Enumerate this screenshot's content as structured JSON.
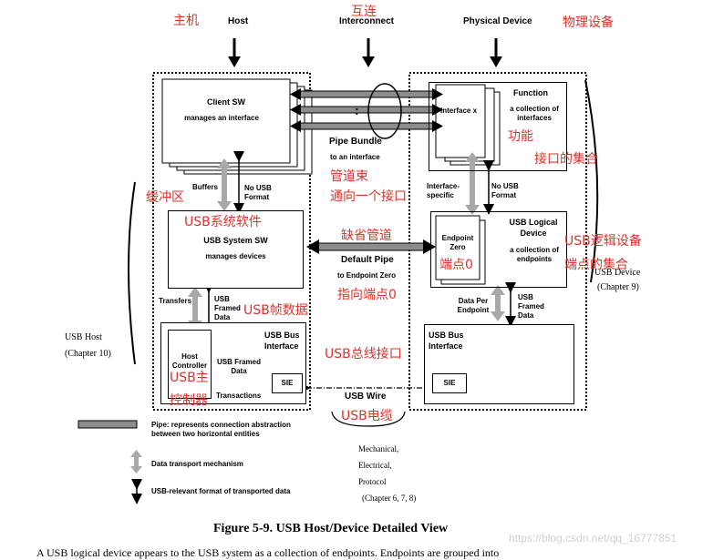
{
  "header": {
    "host": "Host",
    "interconnect": "Interconnect",
    "physical_device": "Physical Device"
  },
  "annotations_cn": {
    "host": "主机",
    "interconnect": "互连",
    "physical_device": "物理设备",
    "buffer": "缓冲区",
    "usb_system_sw": "USB系统软件",
    "pipe_bundle": "管道束",
    "pipe_bundle_sub": "通向一个接口",
    "default_pipe": "缺省管道",
    "endpoint_zero": "端点0",
    "to_endpoint_zero": "指向端点0",
    "usb_framed": "USB帧数据",
    "usb_bus_interface": "USB总线接口",
    "host_controller_1": "USB主",
    "host_controller_2": "控制器",
    "usb_wire": "USB电缆",
    "function": "功能",
    "interfaces_set": "接口的集合",
    "usb_logical_device": "USB逻辑设备",
    "endpoints_set": "端点的集合"
  },
  "host": {
    "client_sw_title": "Client SW",
    "client_sw_sub": "manages an interface",
    "buffers": "Buffers",
    "no_usb_format_1": "No USB",
    "no_usb_format_2": "Format",
    "system_sw_title": "USB System SW",
    "system_sw_sub": "manages devices",
    "transfers": "Transfers",
    "usb_framed_1": "USB",
    "usb_framed_2": "Framed",
    "usb_framed_3": "Data",
    "bus_interface_1": "USB Bus",
    "bus_interface_2": "Interface",
    "host_controller_1": "Host",
    "host_controller_2": "Controller",
    "usb_framed_data_1": "USB Framed",
    "usb_framed_data_2": "Data",
    "transactions": "Transactions",
    "sie": "SIE",
    "label_1": "USB Host",
    "label_2": "(Chapter 10)"
  },
  "interconnect": {
    "dots": ":",
    "pipe_bundle": "Pipe Bundle",
    "pipe_bundle_sub": "to an interface",
    "default_pipe": "Default Pipe",
    "default_pipe_sub": "to Endpoint Zero",
    "usb_wire": "USB Wire",
    "wire_desc_1": "Mechanical,",
    "wire_desc_2": "Electrical,",
    "wire_desc_3": "Protocol",
    "wire_desc_4": "(Chapter 6, 7, 8)"
  },
  "device": {
    "function_title": "Function",
    "function_sub_1": "a collection of",
    "function_sub_2": "interfaces",
    "interface_x": "Interface x",
    "interface_specific_1": "Interface-",
    "interface_specific_2": "specific",
    "no_usb_format_1": "No USB",
    "no_usb_format_2": "Format",
    "logical_device_1": "USB Logical",
    "logical_device_2": "Device",
    "logical_sub_1": "a collection of",
    "logical_sub_2": "endpoints",
    "endpoint_zero_1": "Endpoint",
    "endpoint_zero_2": "Zero",
    "data_per_endpoint_1": "Data Per",
    "data_per_endpoint_2": "Endpoint",
    "usb_framed_1": "USB",
    "usb_framed_2": "Framed",
    "usb_framed_3": "Data",
    "bus_interface_1": "USB Bus",
    "bus_interface_2": "Interface",
    "sie": "SIE",
    "label_1": "USB Device",
    "label_2": "(Chapter 9)"
  },
  "legend": {
    "pipe_1": "Pipe:  represents connection abstraction",
    "pipe_2": "between two horizontal entities",
    "transport": "Data transport mechanism",
    "format": "USB-relevant format of transported data"
  },
  "caption": "Figure 5-9.  USB Host/Device Detailed View",
  "watermark": "https://blog.csdn.net/qq_16777851",
  "bottom_text": "A USB logical device appears to the USB system as a collection of endpoints. Endpoints are grouped into",
  "colors": {
    "red": "#e0312a",
    "pipe_gray": "#8c8c8c",
    "transport_gray": "#a8a8a8"
  }
}
